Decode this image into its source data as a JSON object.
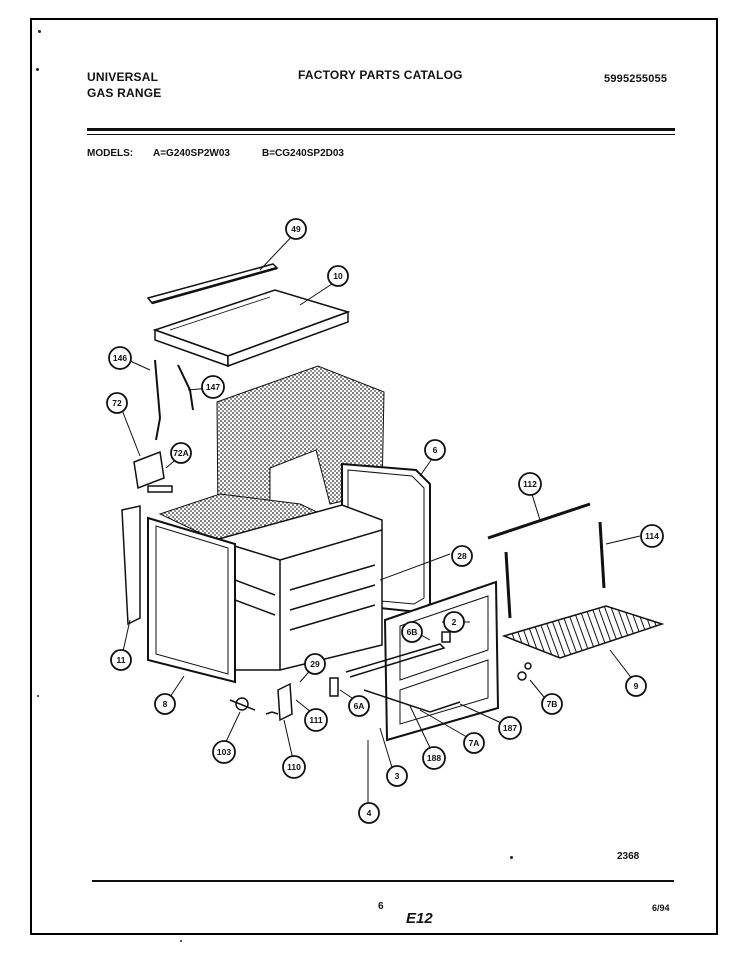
{
  "header": {
    "brand_line1": "UNIVERSAL",
    "brand_line2": "GAS RANGE",
    "catalog_title": "FACTORY PARTS CATALOG",
    "catalog_number": "5995255055",
    "models_label": "MODELS:",
    "model_a": "A=G240SP2W03",
    "model_b": "B=CG240SP2D03"
  },
  "callouts": [
    "49",
    "10",
    "146",
    "147",
    "72",
    "72A",
    "11",
    "8",
    "6",
    "112",
    "114",
    "28",
    "2",
    "6B",
    "29",
    "6A",
    "111",
    "110",
    "103",
    "9",
    "7B",
    "187",
    "7A",
    "188",
    "3",
    "4"
  ],
  "footer": {
    "diagram_code": "2368",
    "page_number": "6",
    "section": "E12",
    "date": "6/94"
  }
}
